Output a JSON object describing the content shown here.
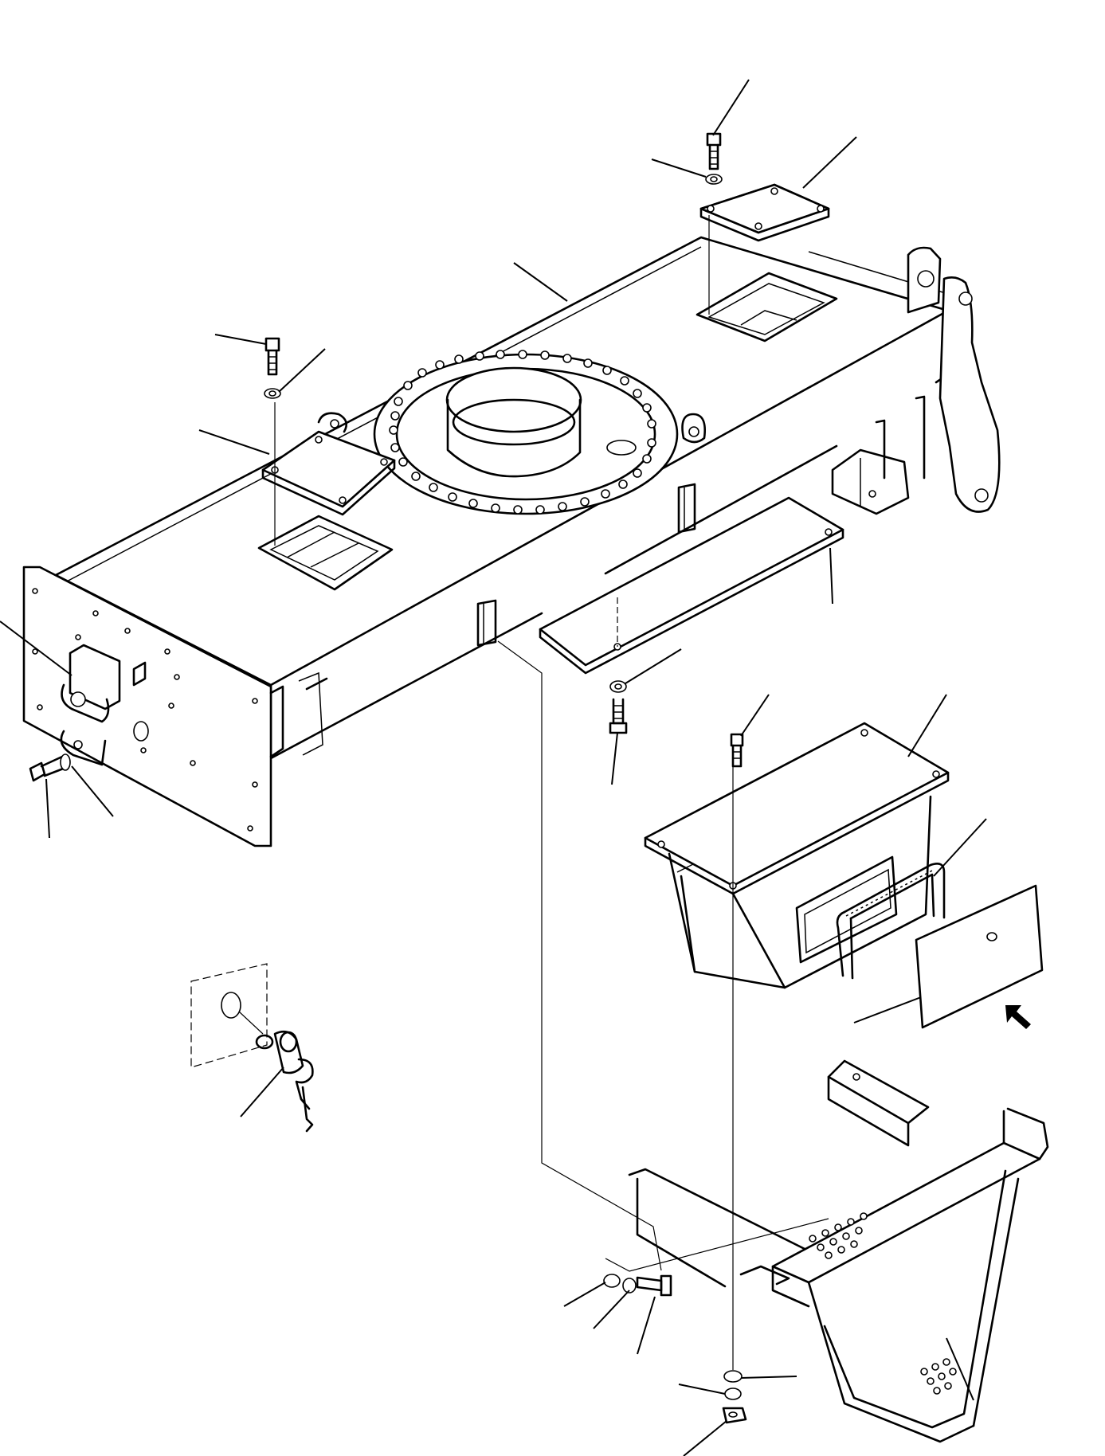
{
  "figure": {
    "kind": "exploded-parts-diagram",
    "background": "#ffffff",
    "line_color": "#000000",
    "text_labels": [],
    "leader_line_count": 28,
    "parts": [
      {
        "name": "main-frame"
      },
      {
        "name": "slewing-ring-flange"
      },
      {
        "name": "rear-inspection-cover"
      },
      {
        "name": "front-inspection-cover"
      },
      {
        "name": "cover-bolt"
      },
      {
        "name": "cover-washer"
      },
      {
        "name": "rear-tow-coupling"
      },
      {
        "name": "coupling-bolt"
      },
      {
        "name": "coupling-washer"
      },
      {
        "name": "under-plate"
      },
      {
        "name": "under-plate-bolt"
      },
      {
        "name": "under-plate-washer"
      },
      {
        "name": "tool-box"
      },
      {
        "name": "tool-box-seal"
      },
      {
        "name": "tool-box-lid"
      },
      {
        "name": "tool-box-bolt"
      },
      {
        "name": "lock-with-keys"
      },
      {
        "name": "step-bracket"
      },
      {
        "name": "step-bolt"
      },
      {
        "name": "step-washer"
      },
      {
        "name": "step-nut"
      },
      {
        "name": "front-lug-assembly"
      }
    ],
    "view_arrow": {
      "icon": "view-direction-arrow-icon"
    }
  }
}
